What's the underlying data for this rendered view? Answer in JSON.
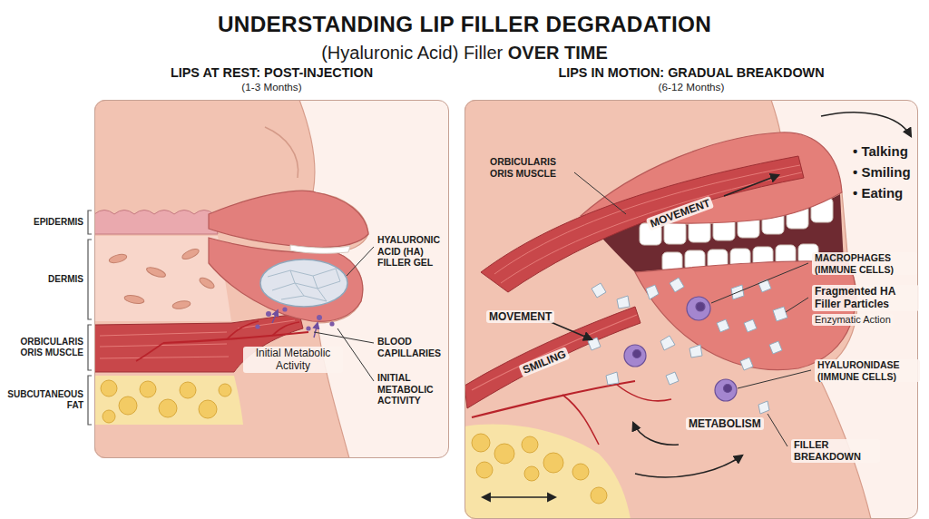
{
  "diagram": {
    "title": "UNDERSTANDING LIP FILLER DEGRADATION",
    "nodes": [
      {
        "text": [
          "LIPS AT REST: POST-INJECTION",
          "(1-3 Months)"
        ]
      },
      {
        "text": [
          "LIPS IN MOTION: GRADUAL BREAKDOWN",
          "(6-12 Months)"
        ]
      }
    ],
    "labels": [
      "(Hyaluronic Acid) Filler",
      "OVER TIME",
      "EPIDERMIS",
      "DERMIS",
      "ORBICULARIS ORIS MUSCLE",
      "SUBCUTANEOUS FAT",
      "HYALURONIC ACID (HA) FILLER GEL",
      "BLOOD CAPILLARIES",
      "INITIAL METABOLIC ACTIVITY",
      "Initial Metabolic Activity",
      "ORBICULARIS ORIS MUSCLE",
      "MOVEMENT",
      "• Talking",
      "• Smiling",
      "• Eating",
      "MACROPHAGES (IMMUNE CELLS)",
      "Fragmented HA Filler Particles",
      "Enzymatic Action",
      "HYALURONIDASE (IMMUNE CELLS)",
      "MOVEMENT",
      "SMILING",
      "METABOLISM",
      "FILLER BREAKDOWN"
    ]
  }
}
